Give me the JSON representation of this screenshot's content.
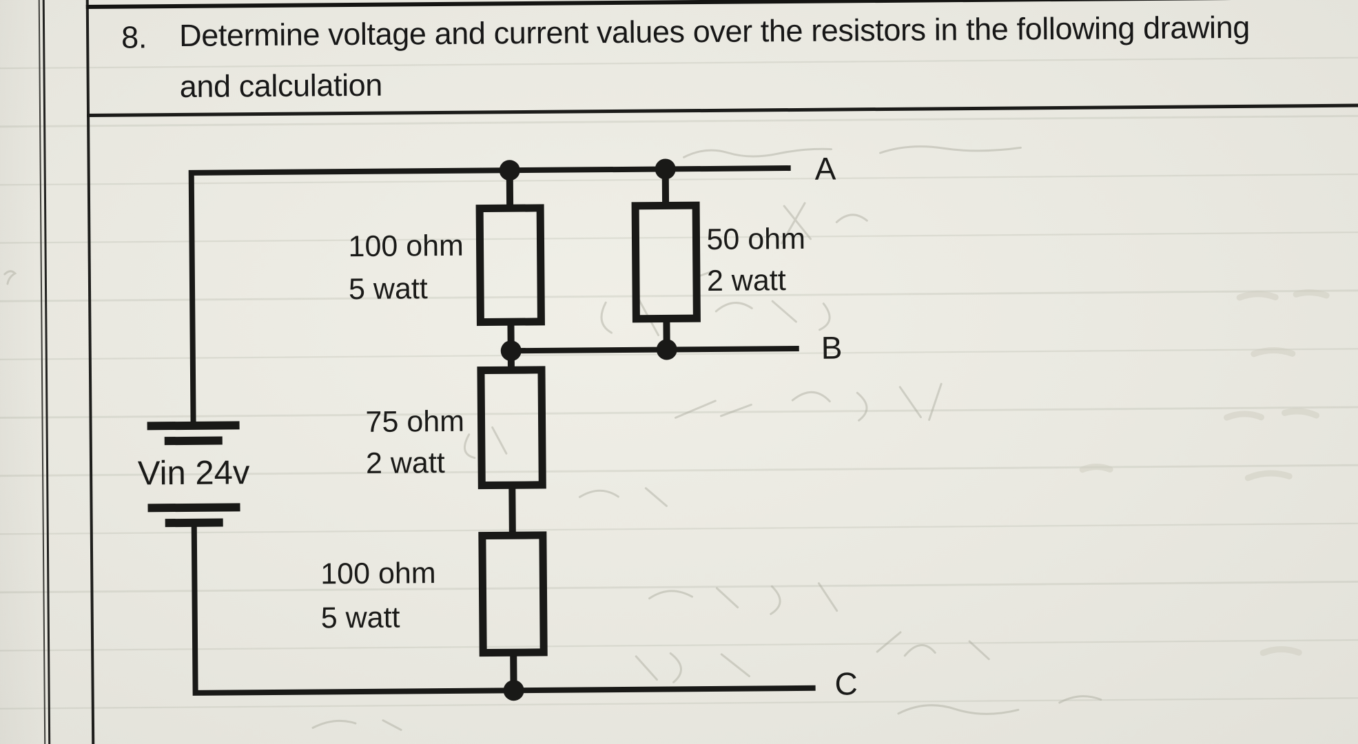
{
  "colors": {
    "ink": "#191917",
    "paper": "#e9e8e0"
  },
  "question": {
    "number": "8.",
    "text_line1": "Determine voltage and current values over the resistors in the following drawing",
    "text_line2": "and calculation"
  },
  "circuit": {
    "source": {
      "label": "Vin 24v"
    },
    "nodes": [
      {
        "label": "A"
      },
      {
        "label": "B"
      },
      {
        "label": "C"
      }
    ],
    "resistors": [
      {
        "value": "100 ohm",
        "power": "5 watt"
      },
      {
        "value": "50 ohm",
        "power": "2 watt"
      },
      {
        "value": "75 ohm",
        "power": "2 watt"
      },
      {
        "value": "100 ohm",
        "power": "5 watt"
      }
    ]
  }
}
